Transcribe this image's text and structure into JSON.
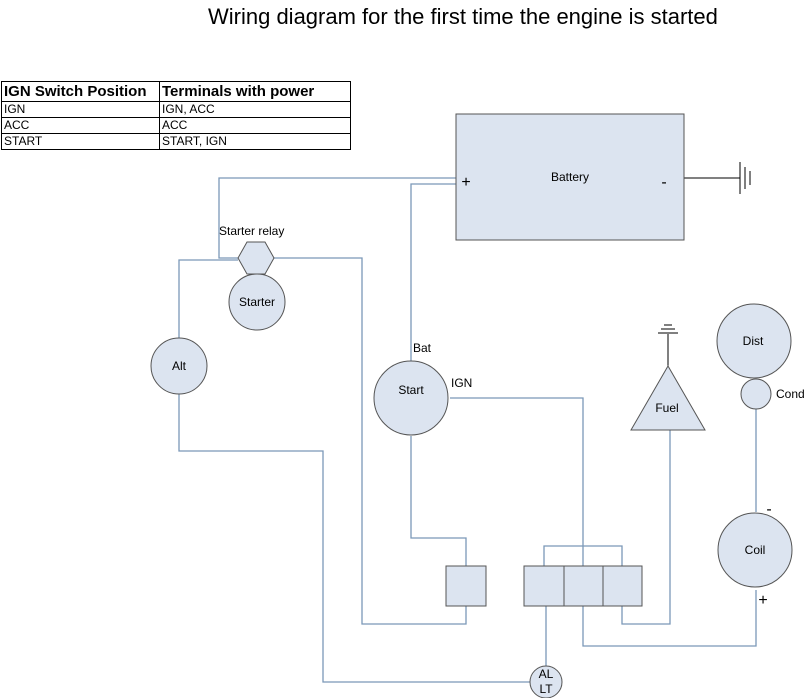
{
  "title": "Wiring diagram for the first time the engine is started",
  "legend": {
    "headers": [
      "IGN Switch Position",
      "Terminals with power"
    ],
    "rows": [
      [
        "IGN",
        "IGN, ACC"
      ],
      [
        "ACC",
        "ACC"
      ],
      [
        "START",
        "START, IGN"
      ]
    ]
  },
  "components": {
    "battery": "Battery",
    "battery_plus": "+",
    "battery_minus": "-",
    "starter_relay": "Starter relay",
    "starter": "Starter",
    "alternator": "Alt",
    "start_switch": "Start",
    "bat_terminal": "Bat",
    "ign_terminal": "IGN",
    "fuel": "Fuel",
    "distributor": "Dist",
    "condenser": "Cond",
    "coil": "Coil",
    "coil_minus": "-",
    "coil_plus": "+",
    "alt_light_line1": "AL",
    "alt_light_line2": "LT"
  },
  "colors": {
    "wire": "#7b98b8",
    "fill": "#dce4f0",
    "stroke": "#555555"
  }
}
